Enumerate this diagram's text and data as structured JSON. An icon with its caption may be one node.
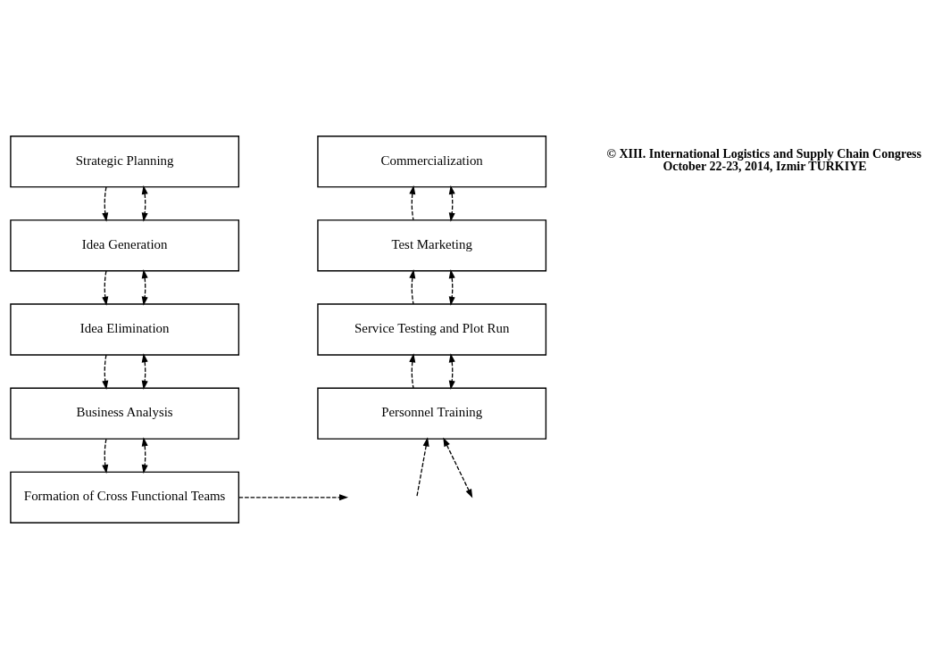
{
  "diagram": {
    "nodes": [
      {
        "text": [
          "Strategic Planning"
        ]
      },
      {
        "text": [
          "Idea Generation"
        ]
      },
      {
        "text": [
          "Idea Elimination"
        ]
      },
      {
        "text": [
          "Business Analysis"
        ]
      },
      {
        "text": [
          "Formation of Cross Functional Teams"
        ]
      },
      {
        "text": [
          "Commercialization"
        ]
      },
      {
        "text": [
          "Test Marketing"
        ]
      },
      {
        "text": [
          "Service Testing and Plot Run"
        ]
      },
      {
        "text": [
          "Personnel Training"
        ]
      }
    ],
    "edges": [
      {
        "from": 0,
        "to": 1,
        "arrow": "to",
        "style": "dashed"
      },
      {
        "from": 0,
        "to": 1,
        "arrow": "both",
        "style": "dashed"
      },
      {
        "from": 1,
        "to": 2,
        "arrow": "to",
        "style": "dashed"
      },
      {
        "from": 1,
        "to": 2,
        "arrow": "both",
        "style": "dashed"
      },
      {
        "from": 2,
        "to": 3,
        "arrow": "to",
        "style": "dashed"
      },
      {
        "from": 2,
        "to": 3,
        "arrow": "both",
        "style": "dashed"
      },
      {
        "from": 3,
        "to": 4,
        "arrow": "to",
        "style": "dashed"
      },
      {
        "from": 3,
        "to": 4,
        "arrow": "both",
        "style": "dashed"
      },
      {
        "from": 4,
        "to": null,
        "arrow": "to",
        "style": "dashed"
      },
      {
        "from": 6,
        "to": 5,
        "arrow": "to",
        "style": "dashed"
      },
      {
        "from": 6,
        "to": 5,
        "arrow": "both",
        "style": "dashed"
      },
      {
        "from": 7,
        "to": 6,
        "arrow": "to",
        "style": "dashed"
      },
      {
        "from": 7,
        "to": 6,
        "arrow": "both",
        "style": "dashed"
      },
      {
        "from": 8,
        "to": 7,
        "arrow": "to",
        "style": "dashed"
      },
      {
        "from": 8,
        "to": 7,
        "arrow": "both",
        "style": "dashed"
      },
      {
        "from": null,
        "to": 8,
        "arrow": "to",
        "style": "dashed"
      },
      {
        "from": null,
        "to": 8,
        "arrow": "both",
        "style": "dashed"
      }
    ],
    "labels": [
      "© XIII. International Logistics and Supply Chain Congress",
      "October 22-23, 2014, Izmir TURKIYE"
    ]
  }
}
